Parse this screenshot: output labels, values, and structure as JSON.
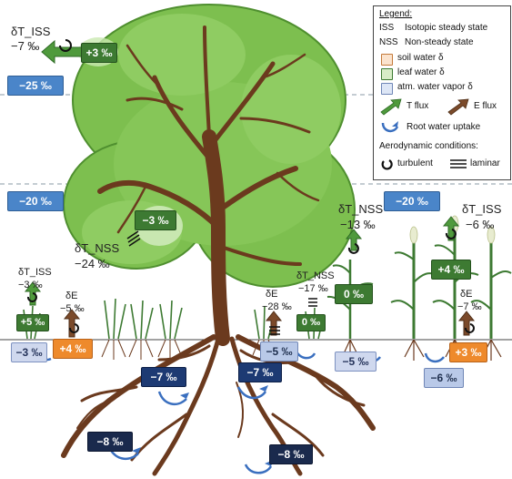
{
  "legend": {
    "title": "Legend:",
    "iss_abbr": "ISS",
    "iss_text": "Isotopic steady state",
    "nss_abbr": "NSS",
    "nss_text": "Non-steady state",
    "soil": "soil water δ",
    "leaf": "leaf water δ",
    "atm": "atm. water vapor δ",
    "t_flux": "T flux",
    "e_flux": "E flux",
    "root_uptake": "Root water uptake",
    "aero_title": "Aerodynamic conditions:",
    "turbulent": "turbulent",
    "laminar": "laminar"
  },
  "symbols": {
    "delta_t_iss": "δT_ISS",
    "delta_t_nss": "δT_NSS",
    "delta_e": "δE"
  },
  "values": {
    "tree_top_t_iss": "−7 ‰",
    "tree_top_leaf": "+3 ‰",
    "atm_upper": "−25 ‰",
    "atm_left": "−20 ‰",
    "tree_mid_leaf": "−3 ‰",
    "tree_mid_t_nss": "−24 ‰",
    "grass_t_iss": "−3 ‰",
    "grass_leaf": "+5 ‰",
    "grass_e": "−5 ‰",
    "soil_left": "−3 ‰",
    "soil_left_evap": "+4 ‰",
    "mid_e": "−28 ‰",
    "mid_t_nss": "−17 ‰",
    "mid_leaf": "0 ‰",
    "soil_mid": "−5 ‰",
    "root_a": "−7 ‰",
    "root_b": "−7 ‰",
    "root_deep_left": "−8 ‰",
    "root_deep_right": "−8 ‰",
    "plant_t_nss": "−13 ‰",
    "plant_leaf": "0 ‰",
    "plant_soil": "−5 ‰",
    "atm_right": "−20 ‰",
    "maize_t_iss": "−6 ‰",
    "maize_leaf": "+4 ‰",
    "maize_e": "−7 ‰",
    "maize_evap": "+3 ‰",
    "soil_right": "−6 ‰"
  },
  "colors": {
    "leaf_green": "#7dbf4f",
    "trunk_brown": "#6b3a1e",
    "t_flux_green": "#3d7a32",
    "e_flux_brown": "#7b4a2a",
    "atm_blue": "#4a85c9",
    "soil_orange": "#ee8a2c"
  }
}
